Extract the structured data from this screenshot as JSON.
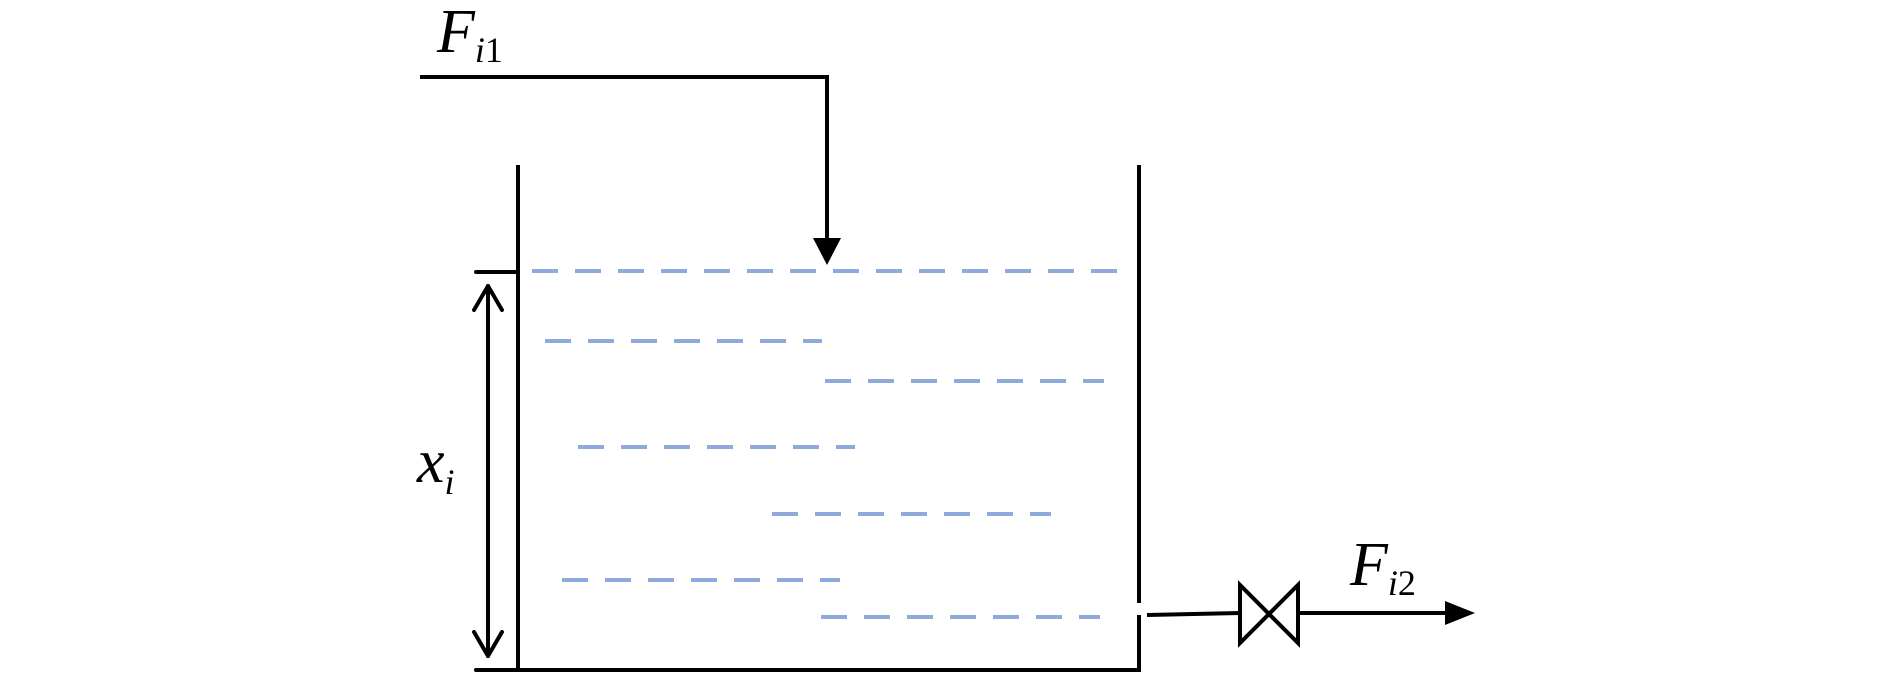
{
  "labels": {
    "inflow": {
      "main": "F",
      "sub_i": "i",
      "sub_n": "1"
    },
    "level": {
      "main": "x",
      "sub_i": "i"
    },
    "outflow": {
      "main": "F",
      "sub_i": "i",
      "sub_n": "2"
    }
  },
  "colors": {
    "line": "#000000",
    "water": "#8eaadb"
  }
}
